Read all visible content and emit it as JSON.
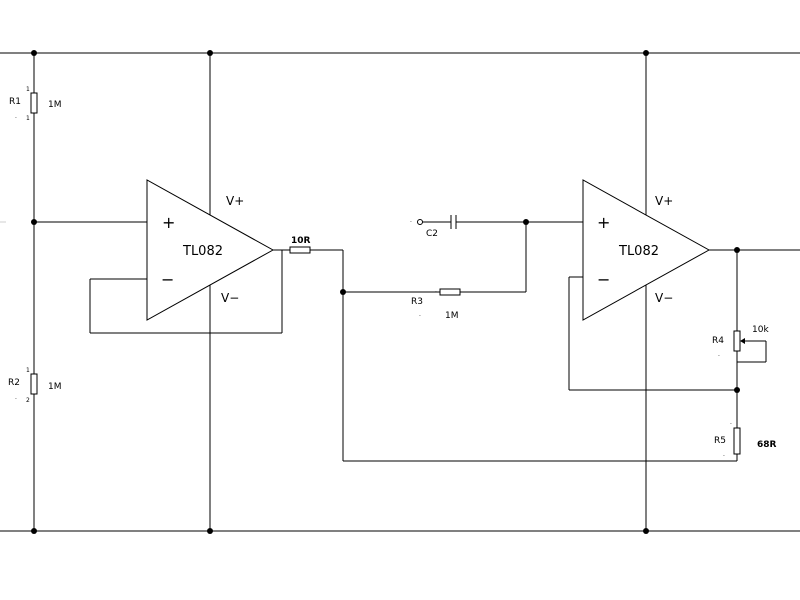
{
  "opamps": [
    {
      "part": "TL082",
      "noninv": "+",
      "inv": "−",
      "vplus": "V+",
      "vminus": "V−"
    },
    {
      "part": "TL082",
      "noninv": "+",
      "inv": "−",
      "vplus": "V+",
      "vminus": "V−"
    }
  ],
  "components": {
    "R1": {
      "ref": "R1",
      "value": "1M",
      "pin1": "1",
      "pin2": "1"
    },
    "R2": {
      "ref": "R2",
      "value": "1M",
      "pin1": "1",
      "pin2": "2"
    },
    "R_out": {
      "value": "10R"
    },
    "C2": {
      "ref": "C2"
    },
    "R3": {
      "ref": "R3",
      "value": "1M"
    },
    "R4": {
      "ref": "R4",
      "value": "10k"
    },
    "R5": {
      "ref": "R5",
      "value": "68R"
    }
  }
}
